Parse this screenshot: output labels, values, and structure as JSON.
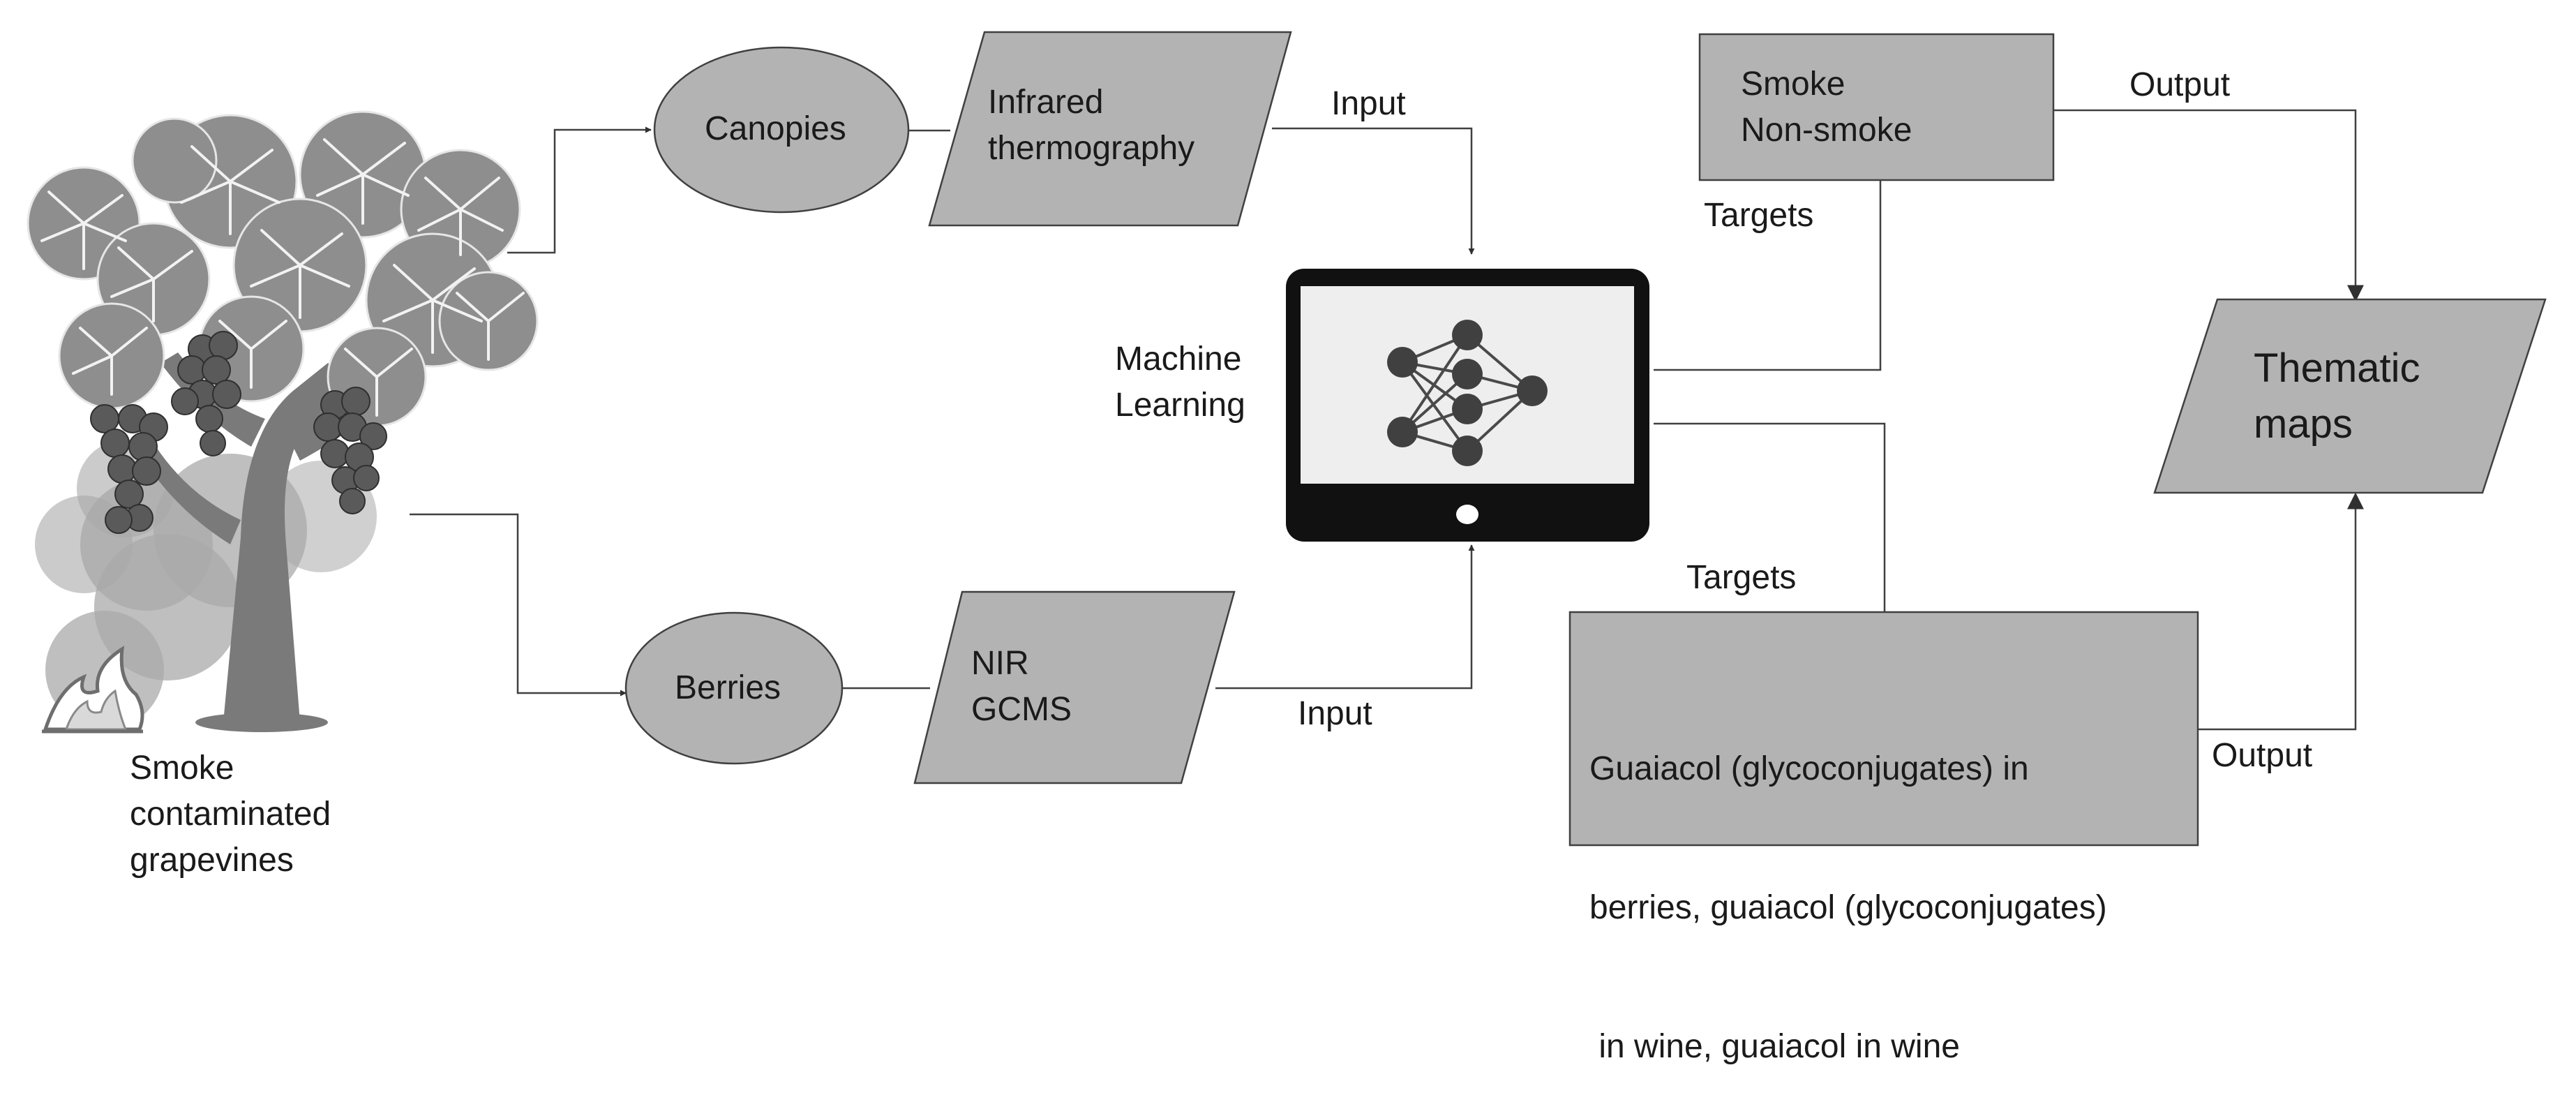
{
  "source": {
    "label_lines": [
      "Smoke",
      "contaminated",
      "grapevines"
    ]
  },
  "canopies": {
    "label": "Canopies"
  },
  "berries": {
    "label": "Berries"
  },
  "infrared": {
    "lines": [
      "Infrared",
      "thermography"
    ]
  },
  "nir": {
    "lines": [
      "NIR",
      "GCMS"
    ]
  },
  "ml": {
    "lines": [
      "Machine",
      "Learning"
    ]
  },
  "smoke_box": {
    "lines": [
      "Smoke",
      "Non-smoke"
    ]
  },
  "guaiacol_box": {
    "lines": [
      "Guaiacol (glycoconjugates) in",
      "berries, guaiacol (glycoconjugates)",
      " in wine, guaiacol in wine"
    ]
  },
  "thematic": {
    "lines": [
      "Thematic",
      "maps"
    ]
  },
  "edge_labels": {
    "input_top": "Input",
    "input_bottom": "Input",
    "output_top": "Output",
    "output_bottom": "Output",
    "targets_top": "Targets",
    "targets_bottom": "Targets"
  },
  "colors": {
    "shape_fill": "#b3b3b3",
    "stroke": "#404040",
    "device": "#111111",
    "screen": "#eeeeee",
    "node": "#404040",
    "leaf": "#8e8e8e",
    "grape": "#5a5a5a",
    "trunk": "#7a7a7a",
    "smoke": "#a8a8a8"
  },
  "icons": [
    "grapevine-icon",
    "fire-icon",
    "neural-network-icon",
    "tablet-icon"
  ]
}
